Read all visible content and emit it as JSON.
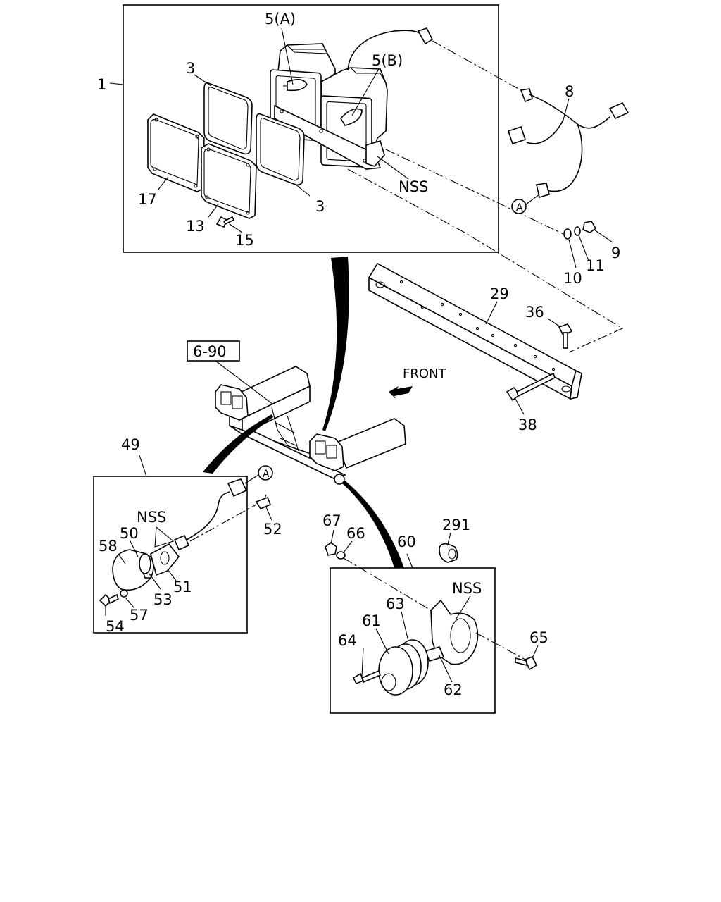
{
  "diagram": {
    "labels": {
      "l1": "1",
      "l3a": "3",
      "l3b": "3",
      "l5a": "5(A)",
      "l5b": "5(B)",
      "l8": "8",
      "l9": "9",
      "l10": "10",
      "l11": "11",
      "l13": "13",
      "l15": "15",
      "l17": "17",
      "l29": "29",
      "l36": "36",
      "l38": "38",
      "l49": "49",
      "l50": "50",
      "l51": "51",
      "l52": "52",
      "l53": "53",
      "l54": "54",
      "l57": "57",
      "l58": "58",
      "l60": "60",
      "l61": "61",
      "l62": "62",
      "l63": "63",
      "l64": "64",
      "l65": "65",
      "l66": "66",
      "l67": "67",
      "l291": "291",
      "nss_top": "NSS",
      "nss_left": "NSS",
      "nss_right": "NSS",
      "ref": "6-90",
      "front": "FRONT",
      "circle_a_top": "A",
      "circle_a_left": "A"
    }
  }
}
